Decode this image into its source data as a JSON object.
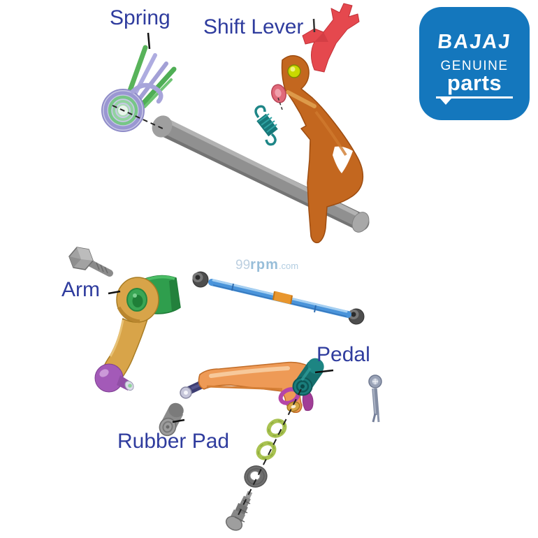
{
  "labels": {
    "spring": "Spring",
    "shift_lever": "Shift Lever",
    "arm": "Arm",
    "pedal": "Pedal",
    "rubber_pad": "Rubber Pad"
  },
  "label_color": "#2f3c9e",
  "watermark": {
    "prefix": "99",
    "mid": "rpm",
    "suffix": ".com"
  },
  "logo": {
    "brand": "BAJAJ",
    "line_genuine": "GENUINE",
    "line_parts": "parts",
    "bg_color": "#1477bd",
    "text_color": "#ffffff"
  },
  "parts": [
    {
      "id": "torsion-spring",
      "label": "Spring",
      "colors": [
        "#a5a2d8",
        "#58b35a"
      ]
    },
    {
      "id": "gear-shaft",
      "colors": [
        "#8e8e8e"
      ]
    },
    {
      "id": "shift-lever",
      "label": "Shift Lever",
      "colors": [
        "#c3671f",
        "#e5484e",
        "#c9d800",
        "#e0697a"
      ]
    },
    {
      "id": "return-spring",
      "colors": [
        "#177879"
      ]
    },
    {
      "id": "hex-bolt",
      "colors": [
        "#a2a2a2"
      ]
    },
    {
      "id": "arm",
      "label": "Arm",
      "colors": [
        "#d8a449",
        "#2f9e4d",
        "#a35ab8"
      ]
    },
    {
      "id": "gear-rod",
      "colors": [
        "#4a94da",
        "#e8962e",
        "#4d4d4d"
      ]
    },
    {
      "id": "pedal",
      "label": "Pedal",
      "colors": [
        "#ee9a56",
        "#156f6d",
        "#3d3d72",
        "#b445a8"
      ]
    },
    {
      "id": "rubber-pad",
      "label": "Rubber Pad",
      "colors": [
        "#8b8b8b"
      ]
    },
    {
      "id": "cotter-pin",
      "colors": [
        "#99a2b6"
      ]
    },
    {
      "id": "lock-washers",
      "colors": [
        "#a9c251"
      ]
    },
    {
      "id": "flat-washer",
      "colors": [
        "#6f6f6f"
      ]
    },
    {
      "id": "pivot-bolt",
      "colors": [
        "#858585"
      ]
    }
  ]
}
